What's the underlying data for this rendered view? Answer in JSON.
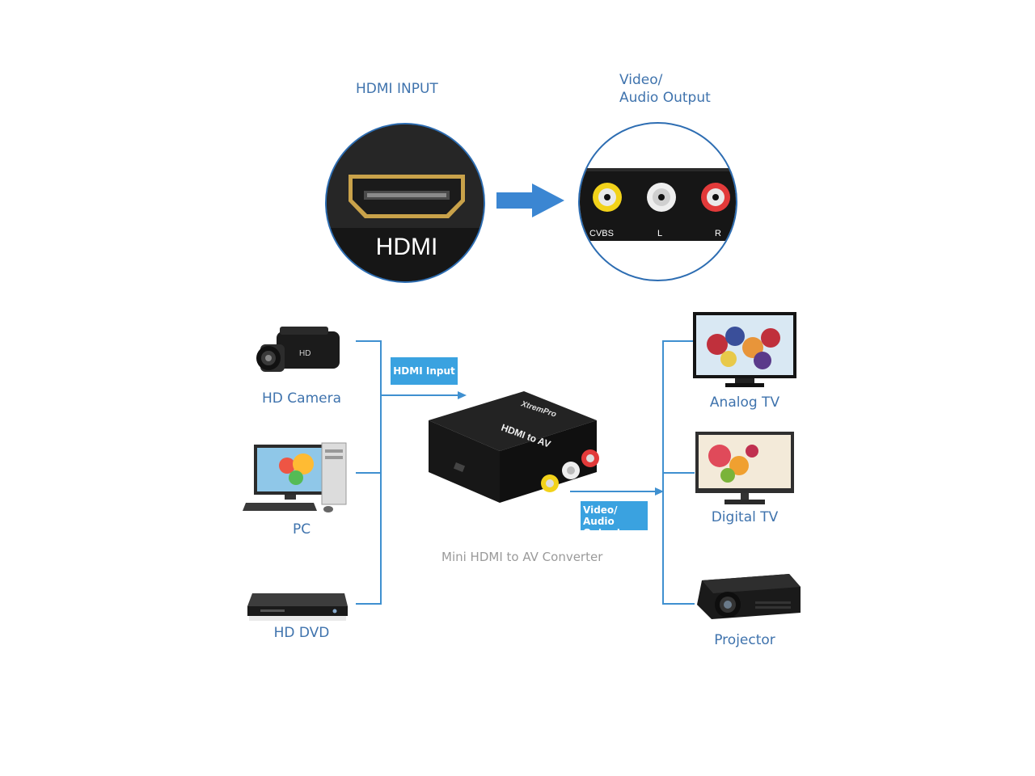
{
  "top": {
    "hdmi_heading": "HDMI INPUT",
    "output_heading_line1": "Video/",
    "output_heading_line2": "Audio Output",
    "hdmi_port_label": "HDMI",
    "rca_labels": [
      "CVBS",
      "L",
      "R"
    ],
    "rca_colors": [
      "#f2d21a",
      "#eeeeee",
      "#e23a3a"
    ]
  },
  "sources": [
    {
      "label": "HD Camera",
      "icon": "camcorder-icon"
    },
    {
      "label": "PC",
      "icon": "desktop-pc-icon"
    },
    {
      "label": "HD DVD",
      "icon": "dvd-player-icon"
    }
  ],
  "converter": {
    "input_tag": "HDMI Input",
    "output_tag_line1": "Video/",
    "output_tag_line2": "Audio Output",
    "brand": "XtremPro",
    "model_text": "HDMI to AV",
    "caption": "Mini HDMI to AV Converter"
  },
  "outputs": [
    {
      "label": "Analog TV",
      "icon": "crt-tv-icon"
    },
    {
      "label": "Digital TV",
      "icon": "lcd-tv-icon"
    },
    {
      "label": "Projector",
      "icon": "projector-icon"
    }
  ],
  "colors": {
    "accent_blue": "#3f73ad",
    "tag_blue": "#3aa2e0",
    "line_blue": "#3f90d0"
  }
}
